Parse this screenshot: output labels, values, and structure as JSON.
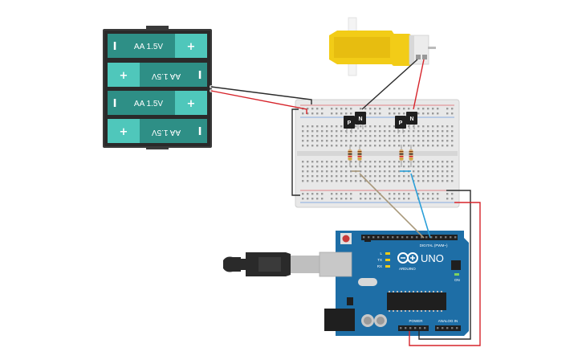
{
  "battery_pack": {
    "cells": [
      {
        "label": "AA 1.5V",
        "neg": "I",
        "pos": "+",
        "flipped": false
      },
      {
        "label": "AA 1.5V",
        "neg": "I",
        "pos": "+",
        "flipped": true
      },
      {
        "label": "AA 1.5V",
        "neg": "I",
        "pos": "+",
        "flipped": false
      },
      {
        "label": "AA 1.5V",
        "neg": "I",
        "pos": "+",
        "flipped": true
      }
    ]
  },
  "transistors": [
    {
      "label": "P"
    },
    {
      "label": "N"
    },
    {
      "label": "P"
    },
    {
      "label": "N"
    }
  ],
  "arduino": {
    "brand": "ARDUINO",
    "model": "UNO",
    "digital_label": "DIGITAL (PWM~)",
    "power_label": "POWER",
    "analog_label": "ANALOG IN",
    "led_labels": [
      "L",
      "TX",
      "RX"
    ],
    "on_label": "ON"
  },
  "colors": {
    "battery_body": "#3a3a3a",
    "battery_cell": "#2e8f86",
    "battery_cap": "#4fc7bb",
    "motor": "#f2cc17",
    "breadboard": "#e8e8e8",
    "arduino": "#1e6ea6",
    "wire_red": "#d6232a",
    "wire_black": "#2b2b2b",
    "wire_blue": "#2b9fd8",
    "wire_tan": "#a8987a"
  }
}
